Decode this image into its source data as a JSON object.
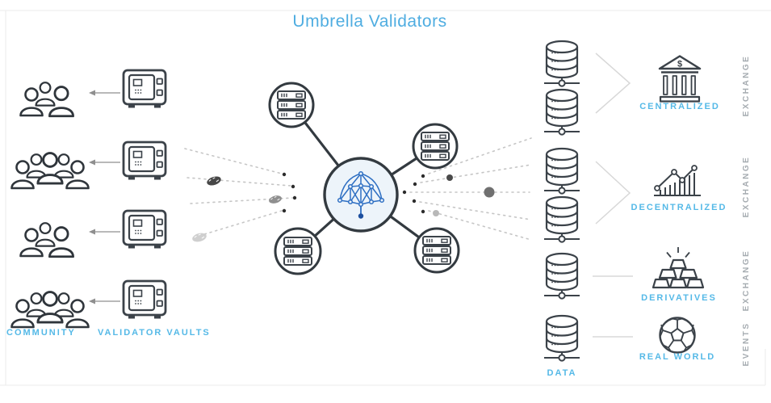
{
  "title": "Umbrella Validators",
  "left": {
    "community_label": "COMMUNITY",
    "vaults_label": "VALIDATOR VAULTS",
    "rows": [
      {
        "people": 3,
        "vault": true
      },
      {
        "people": 5,
        "vault": true
      },
      {
        "people": 3,
        "vault": true
      },
      {
        "people": 5,
        "vault": true
      }
    ]
  },
  "center": {
    "hub_icon": "umbrella-network-logo",
    "validator_node_icon": "server-icon",
    "validator_node_count": 4
  },
  "right": {
    "data_label": "DATA",
    "bank_symbol": "$",
    "destinations": [
      {
        "label": "CENTRALIZED",
        "category": "EXCHANGE",
        "icon": "bank-icon",
        "data_stacks": 2,
        "connector": "chevron"
      },
      {
        "label": "DECENTRALIZED",
        "category": "EXCHANGE",
        "icon": "line-bar-chart-icon",
        "data_stacks": 2,
        "connector": "chevron"
      },
      {
        "label": "DERIVATIVES",
        "category": "EXCHANGE",
        "icon": "gold-bars-icon",
        "data_stacks": 1,
        "connector": "line"
      },
      {
        "label": "REAL WORLD",
        "category": "EVENTS",
        "icon": "soccer-ball-icon",
        "data_stacks": 1,
        "connector": "line"
      }
    ]
  },
  "icons": [
    "people-group-icon",
    "vault-icon",
    "server-icon",
    "umbrella-network-logo",
    "database-stack-icon",
    "bank-icon",
    "line-bar-chart-icon",
    "gold-bars-icon",
    "soccer-ball-icon",
    "coin-icon"
  ],
  "colors": {
    "accent_blue": "#55b9e7",
    "title_blue": "#4fade1",
    "outline_dark": "#3b4249",
    "logo_blue": "#2e6fc3",
    "muted_gray": "#a6acb1",
    "dotted_gray": "#c6c6c6",
    "hub_fill": "#edf4fa"
  }
}
